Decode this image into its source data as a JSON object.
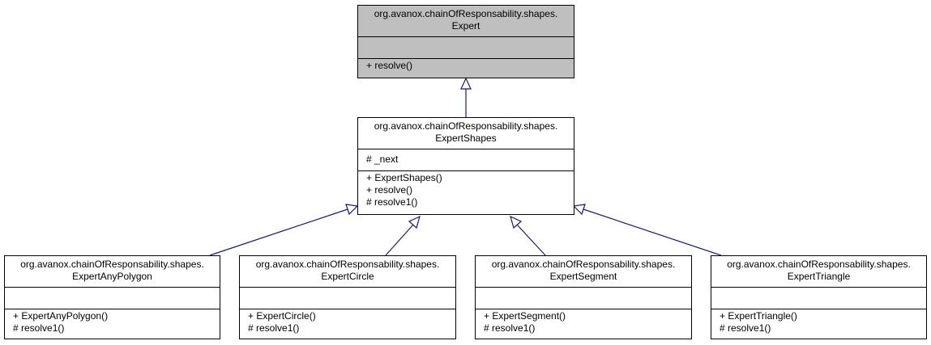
{
  "classes": {
    "expert": {
      "name_line1": "org.avanox.chainOfResponsability.shapes.",
      "name_line2": "Expert",
      "attributes": [],
      "operations": [
        "+ resolve()"
      ]
    },
    "expert_shapes": {
      "name_line1": "org.avanox.chainOfResponsability.shapes.",
      "name_line2": "ExpertShapes",
      "attributes": [
        "# _next"
      ],
      "operations": [
        "+ ExpertShapes()",
        "+ resolve()",
        "# resolve1()"
      ]
    },
    "expert_any_polygon": {
      "name_line1": "org.avanox.chainOfResponsability.shapes.",
      "name_line2": "ExpertAnyPolygon",
      "attributes": [],
      "operations": [
        "+ ExpertAnyPolygon()",
        "# resolve1()"
      ]
    },
    "expert_circle": {
      "name_line1": "org.avanox.chainOfResponsability.shapes.",
      "name_line2": "ExpertCircle",
      "attributes": [],
      "operations": [
        "+ ExpertCircle()",
        "# resolve1()"
      ]
    },
    "expert_segment": {
      "name_line1": "org.avanox.chainOfResponsability.shapes.",
      "name_line2": "ExpertSegment",
      "attributes": [],
      "operations": [
        "+ ExpertSegment()",
        "# resolve1()"
      ]
    },
    "expert_triangle": {
      "name_line1": "org.avanox.chainOfResponsability.shapes.",
      "name_line2": "ExpertTriangle",
      "attributes": [],
      "operations": [
        "+ ExpertTriangle()",
        "# resolve1()"
      ]
    }
  },
  "colors": {
    "edge": "#191970",
    "selected_fill": "#bfbfbf"
  }
}
